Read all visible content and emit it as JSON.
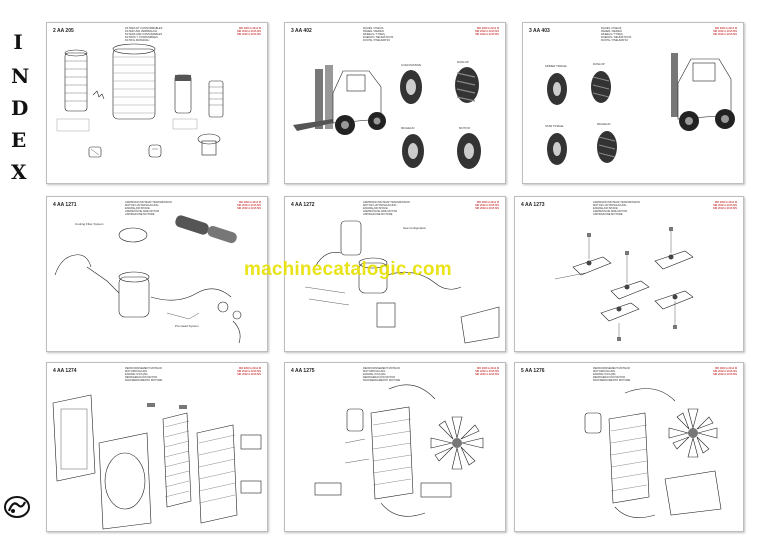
{
  "index_title": [
    "I",
    "N",
    "D",
    "E",
    "X"
  ],
  "watermark": "machinecatalogic.com",
  "pages": [
    {
      "code": "2 AA 205",
      "heading": [
        "FILTRES ET CONSOMMABLES",
        "FILTER UND VERBRAUCH",
        "FILTERS AND CONSUMABLES",
        "FILTROS Y CONSUMIBLES",
        "FILTRI E MATERIALI"
      ],
      "refs": [
        "MR 2000 A 2014 M",
        "MR 2002 A 2016 MS",
        "MR 2002 A 2016 MS"
      ]
    },
    {
      "code": "3 AA 402",
      "heading": [
        "ROUES / PNEUS",
        "RÄDER / REIFEN",
        "WHEELS / TYRES",
        "RUEDAS / NEUMÁTICOS",
        "RUOTE / PNEUMATICI"
      ],
      "refs": [
        "MR 2000 A 2014 M",
        "MR 2002 A 2016 MS",
        "MR 2002 A 2016 MS"
      ],
      "labels": [
        "LOAD PASSIVE",
        "DUNLOP",
        "MICHELIN",
        "MOTIVO"
      ]
    },
    {
      "code": "3 AA 403",
      "heading": [
        "ROUES / PNEUS",
        "RÄDER / REIFEN",
        "WHEELS / TYRES",
        "RUEDAS / NEUMÁTICOS",
        "RUOTE / PNEUMATICI"
      ],
      "refs": [
        "MR 2000 A 2014 M",
        "MR 2002 A 2016 MS",
        "MR 2002 A 2016 MS"
      ],
      "labels": [
        "SPIDER TRIAGE",
        "DUNLOP",
        "STAR TRIAGE",
        "MICHELIN"
      ]
    },
    {
      "code": "4 AA 1271",
      "heading": [
        "ADMISSION MOTEUR TRANSMISSION",
        "MOTOR LUFTANSAUGUNG",
        "ENGINE AIR INTAKE",
        "ADMISIÓN DE AIRE MOTOR",
        "ASPIRAZIONE MOTORE"
      ],
      "refs": [
        "MR 2000 A 2014 M",
        "MR 2002 A 2016 MS",
        "MR 2002 A 2016 MS"
      ],
      "labels": [
        "Cooling Filter System",
        "Pre-Head System"
      ]
    },
    {
      "code": "4 AA 1272",
      "heading": [
        "ADMISSION MOTEUR TRANSMISSION",
        "MOTOR LUFTANSAUGUNG",
        "ENGINE AIR INTAKE",
        "ADMISIÓN DE AIRE MOTOR",
        "ASPIRAZIONE MOTORE"
      ],
      "refs": [
        "MR 2000 A 2014 M",
        "MR 2002 A 2016 MS",
        "MR 2002 A 2016 MS"
      ],
      "labels": [
        "New Configuration"
      ]
    },
    {
      "code": "4 AA 1273",
      "heading": [
        "ADMISSION MOTEUR TRANSMISSION",
        "MOTOR LUFTANSAUGUNG",
        "ENGINE AIR INTAKE",
        "ADMISIÓN DE AIRE MOTOR",
        "ASPIRAZIONE MOTORE"
      ],
      "refs": [
        "MR 2000 A 2014 M",
        "MR 2002 A 2016 MS",
        "MR 2002 A 2016 MS"
      ]
    },
    {
      "code": "4 AA 1274",
      "heading": [
        "REFROIDISSEMENT MOTEUR",
        "MOTORKÜHLUNG",
        "ENGINE COOLING",
        "REFRIGERACIÓN MOTOR",
        "RAFFREDDAMENTO MOTORE"
      ],
      "refs": [
        "MR 2000 A 2014 M",
        "MR 2002 A 2016 MS",
        "MR 2002 A 2016 MS"
      ]
    },
    {
      "code": "4 AA 1275",
      "heading": [
        "REFROIDISSEMENT MOTEUR",
        "MOTORKÜHLUNG",
        "ENGINE COOLING",
        "REFRIGERACIÓN MOTOR",
        "RAFFREDDAMENTO MOTORE"
      ],
      "refs": [
        "MR 2000 A 2014 M",
        "MR 2002 A 2016 MS",
        "MR 2002 A 2016 MS"
      ]
    },
    {
      "code": "5 AA 1276",
      "heading": [
        "REFROIDISSEMENT MOTEUR",
        "MOTORKÜHLUNG",
        "ENGINE COOLING",
        "REFRIGERACIÓN MOTOR",
        "RAFFREDDAMENTO MOTORE"
      ],
      "refs": [
        "MR 2000 A 2014 M",
        "MR 2002 A 2016 MS",
        "MR 2002 A 2016 MS"
      ]
    }
  ]
}
